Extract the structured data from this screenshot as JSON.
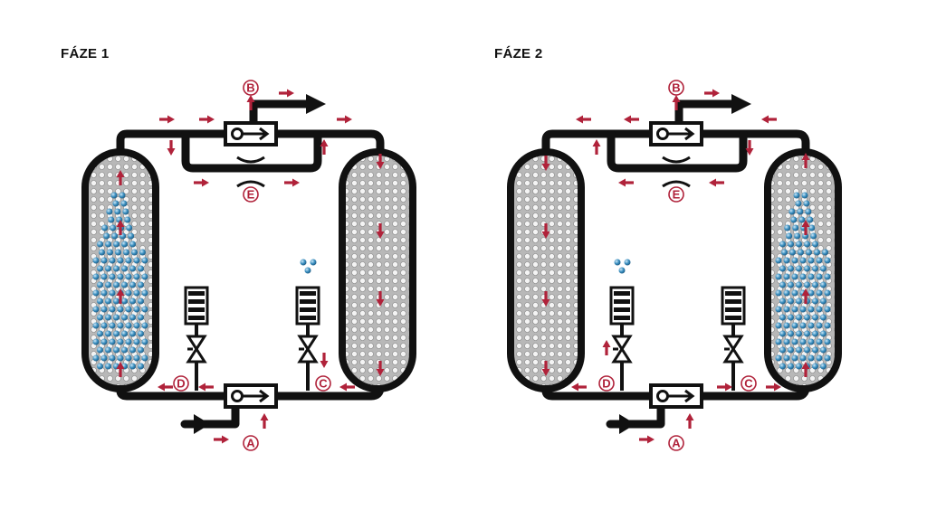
{
  "phases": [
    {
      "title": "FÁZE 1",
      "active_vessel": "left"
    },
    {
      "title": "FÁZE 2",
      "active_vessel": "right"
    }
  ],
  "labels": [
    "A",
    "B",
    "C",
    "D",
    "E"
  ],
  "colors": {
    "pipe": "#111111",
    "arrow": "#b0223a",
    "droplet": "#3a8fc0",
    "desiccant_fill": "#b8b8b8"
  }
}
